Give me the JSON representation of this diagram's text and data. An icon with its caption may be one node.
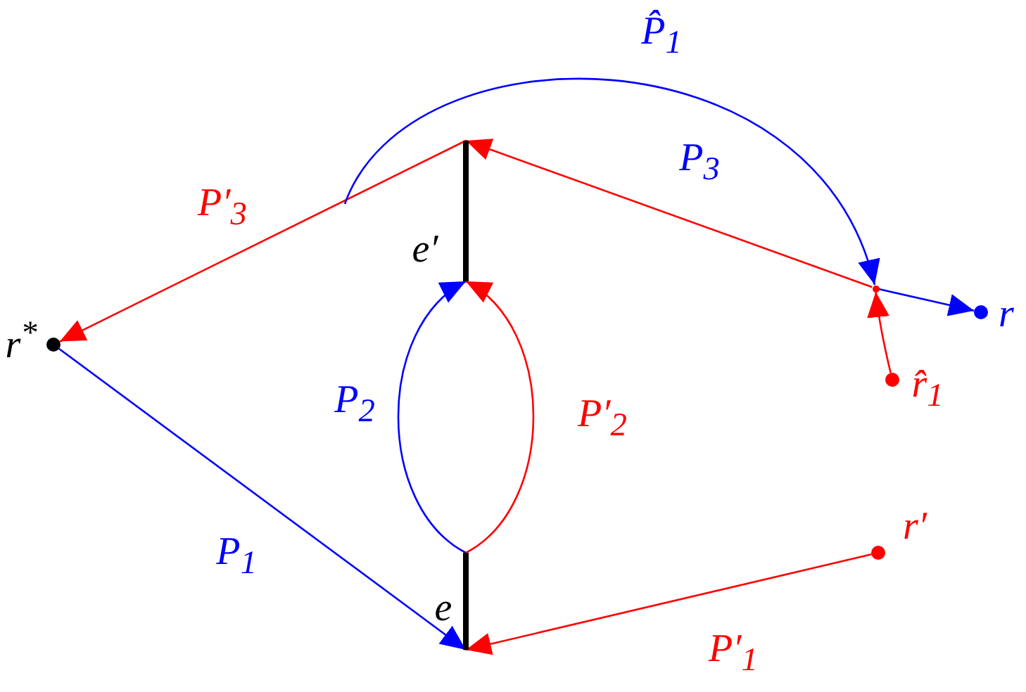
{
  "diagram": {
    "nodes": [
      {
        "text": [],
        "shape": "circle",
        "beside": [
          "r$^{*}$"
        ]
      },
      {
        "text": [],
        "shape": "bar",
        "beside": [
          "e′"
        ]
      },
      {
        "text": [],
        "shape": "bar",
        "beside": [
          "e"
        ]
      },
      {
        "text": [],
        "shape": "circle",
        "beside": [
          "r"
        ]
      },
      {
        "text": [],
        "shape": "circle",
        "beside": [
          "r̂$_{1}$"
        ]
      },
      {
        "text": [],
        "shape": "circle",
        "beside": [
          "r′"
        ]
      },
      {
        "text": [],
        "shape": "point"
      }
    ],
    "edges": [
      {
        "from": 0,
        "to": 2,
        "arrow": "to",
        "label": "P$_{1}$",
        "color": "#0000ff"
      },
      {
        "from": 5,
        "to": 2,
        "arrow": "to",
        "label": "P′$_{1}$",
        "color": "#ff0000"
      },
      {
        "from": 2,
        "to": 1,
        "arrow": "to",
        "label": "P$_{2}$",
        "color": "#0000ff"
      },
      {
        "from": 2,
        "to": 1,
        "arrow": "to",
        "label": "P′$_{2}$",
        "color": "#ff0000"
      },
      {
        "from": 1,
        "to": 0,
        "arrow": "to",
        "label": "P′$_{3}$",
        "color": "#ff0000"
      },
      {
        "from": 4,
        "to": 6,
        "arrow": "to",
        "color": "#ff0000"
      },
      {
        "from": 6,
        "to": 1,
        "arrow": "to",
        "color": "#ff0000"
      },
      {
        "from": 6,
        "to": 3,
        "arrow": "to",
        "color": "#0000ff"
      },
      {
        "from": null,
        "to": 6,
        "arrow": "to",
        "label": "P̂$_{1}$",
        "color": "#0000ff"
      }
    ],
    "labels": [
      "P$_{3}$"
    ]
  }
}
